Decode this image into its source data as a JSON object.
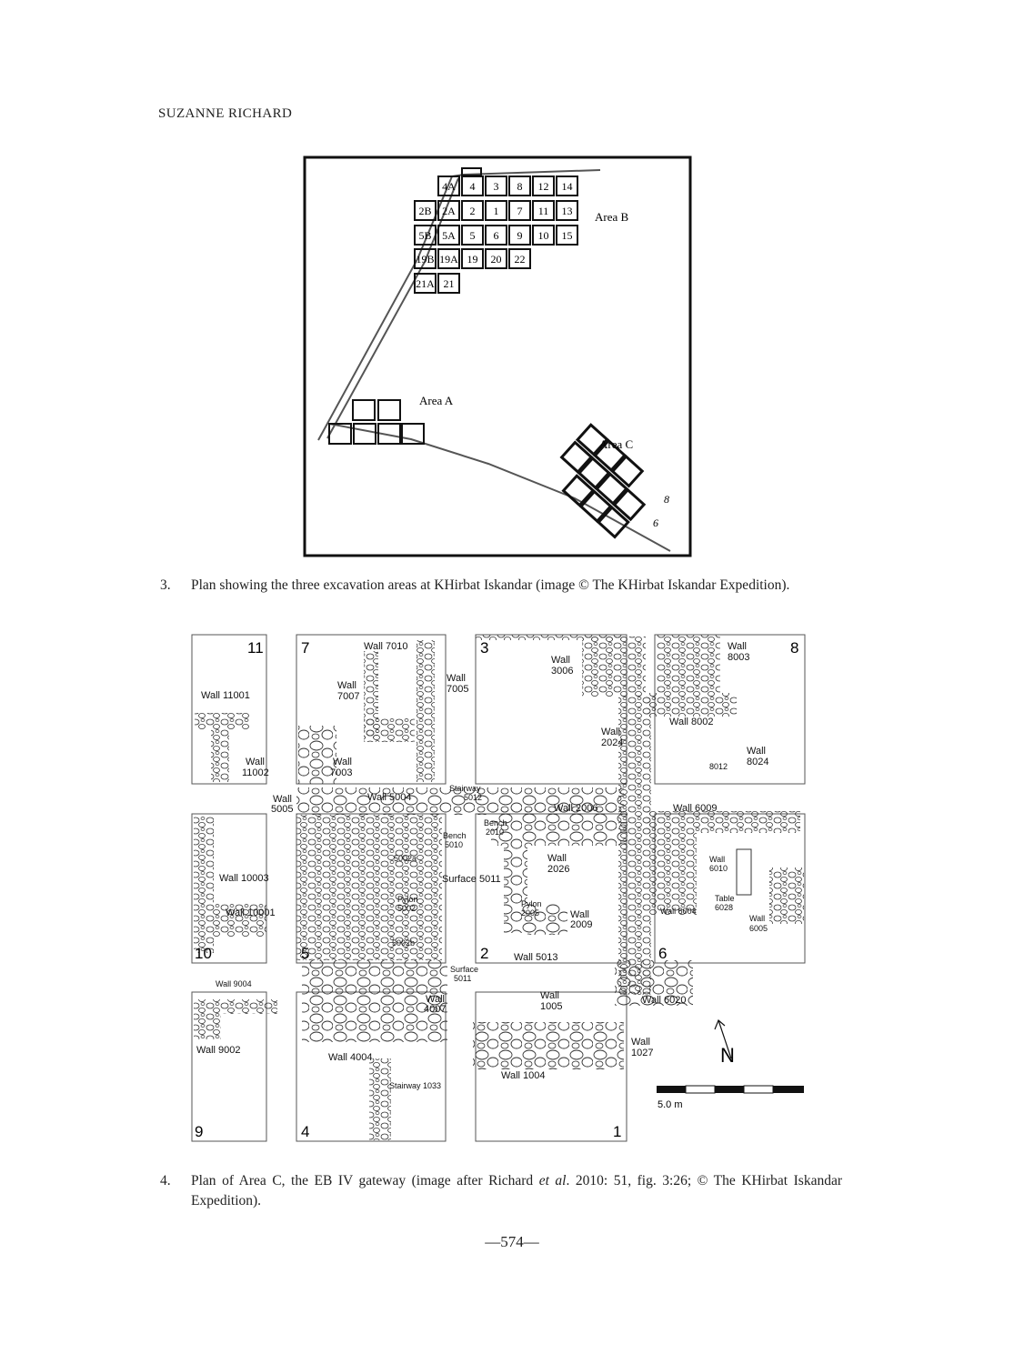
{
  "header": {
    "author": "SUZANNE RICHARD"
  },
  "figure3": {
    "area_labels": {
      "area_a": "Area A",
      "area_b": "Area B",
      "area_c": "Area C"
    },
    "grid_b_rows": [
      [
        "4A",
        "4",
        "3",
        "8",
        "12",
        "14"
      ],
      [
        "2B",
        "2A",
        "2",
        "1",
        "7",
        "11",
        "13"
      ],
      [
        "5B",
        "5A",
        "5",
        "6",
        "9",
        "10",
        "15"
      ],
      [
        "19B",
        "19A",
        "19",
        "20",
        "22"
      ],
      [
        "21A",
        "21"
      ]
    ],
    "area_c_labels": [
      "8",
      "6"
    ],
    "caption_number": "3.",
    "caption_text": "Plan showing the three excavation areas at KHirbat Iskandar (image © The KHirbat Iskandar Expedition)."
  },
  "figure4": {
    "square_numbers": [
      "11",
      "7",
      "3",
      "8",
      "10",
      "5",
      "2",
      "6",
      "9",
      "4",
      "1"
    ],
    "walls": {
      "w7010": "Wall 7010",
      "w7007a": "Wall",
      "w7007b": "7007",
      "w7005a": "Wall",
      "w7005b": "7005",
      "w3006a": "Wall",
      "w3006b": "3006",
      "w8003a": "Wall",
      "w8003b": "8003",
      "w11001": "Wall 11001",
      "w11002a": "Wall",
      "w11002b": "11002",
      "w7003a": "Wall",
      "w7003b": "7003",
      "w2024a": "Wall",
      "w2024b": "2024",
      "w8002": "Wall 8002",
      "w8024a": "Wall",
      "w8024b": "8024",
      "l8012": "8012",
      "w5005a": "Wall",
      "w5005b": "5005",
      "w5004": "Wall 5004",
      "stair5012a": "Stairway",
      "stair5012b": "5012",
      "w2006": "Wall 2006",
      "w6009": "Wall 6009",
      "bench2010a": "Bench",
      "bench2010b": "2010",
      "bench5010a": "Bench",
      "bench5010b": "5010",
      "l5002a": "5002a",
      "w10003": "Wall 10003",
      "surf5011": "Surface 5011",
      "w2026a": "Wall",
      "w2026b": "2026",
      "w6010a": "Wall",
      "w6010b": "6010",
      "pylon5002a": "Pylon",
      "pylon5002b": "5002",
      "pylon2005a": "Pylon",
      "pylon2005b": "2005",
      "w10001": "Wall 10001",
      "table6028a": "Table",
      "table6028b": "6028",
      "w6004": "Wall 6004",
      "w2009a": "Wall",
      "w2009b": "2009",
      "w6005a": "Wall",
      "w6005b": "6005",
      "l5002b": "5002b",
      "w5013": "Wall 5013",
      "surface5011a": "Surface",
      "surface5011b": "5011",
      "w9004": "Wall 9004",
      "w4007a": "Wall",
      "w4007b": "4007",
      "w1005a": "Wall",
      "w1005b": "1005",
      "w6020": "Wall 6020",
      "w1027a": "Wall",
      "w1027b": "1027",
      "w9002": "Wall 9002",
      "w4004": "Wall 4004",
      "w1004": "Wall 1004",
      "stair1033": "Stairway 1033"
    },
    "north_label": "N",
    "scale_label": "5.0 m",
    "caption_number": "4.",
    "caption_pre": "Plan of Area C, the EB IV gateway (image after Richard ",
    "caption_em": "et al",
    "caption_post": ". 2010: 51, fig. 3:26; © The KHirbat Iskandar Expedition)."
  },
  "footer": {
    "page_number": "—574—"
  }
}
